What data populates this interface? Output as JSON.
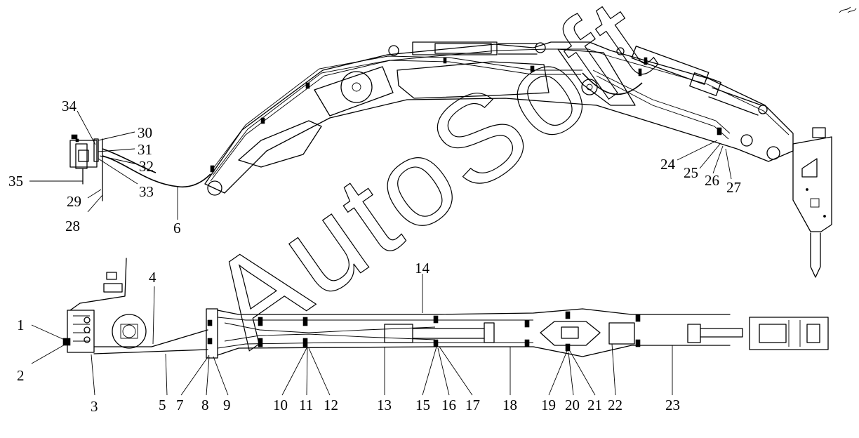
{
  "watermark": "AutoSoft",
  "callouts": [
    "1",
    "2",
    "3",
    "4",
    "5",
    "6",
    "7",
    "8",
    "9",
    "10",
    "11",
    "12",
    "13",
    "14",
    "15",
    "16",
    "17",
    "18",
    "19",
    "20",
    "21",
    "22",
    "23",
    "24",
    "25",
    "26",
    "27",
    "28",
    "29",
    "30",
    "31",
    "32",
    "33",
    "34",
    "35"
  ]
}
